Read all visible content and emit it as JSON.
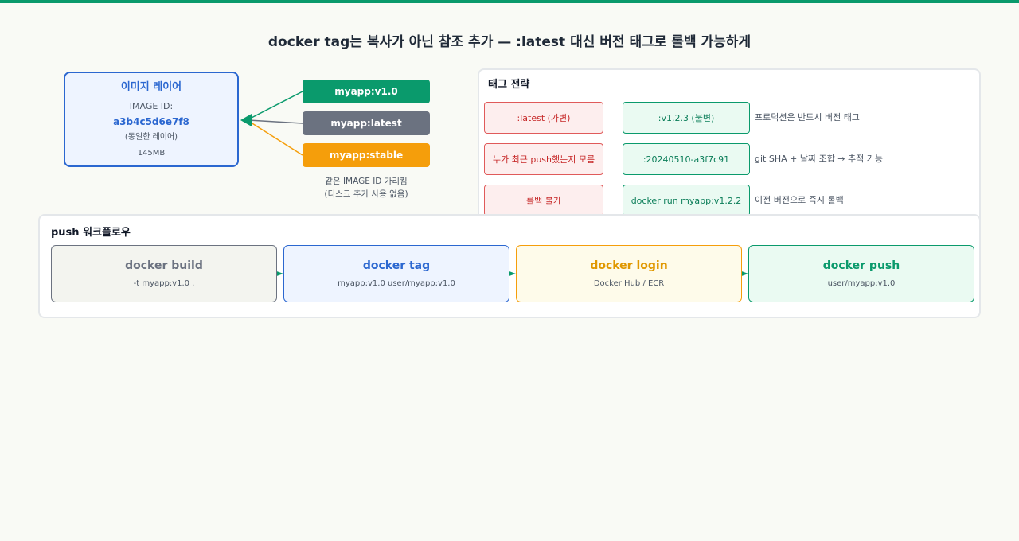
{
  "title": "docker tag는 복사가 아닌 참조 추가 — :latest 대신 버전 태그로 롤백 가능하게",
  "image_layer": {
    "heading": "이미지 레이어",
    "id_label": "IMAGE ID:",
    "id_value": "a3b4c5d6e7f8",
    "note": "(동일한 레이어)",
    "size": "145MB"
  },
  "tags": [
    {
      "label": "myapp:v1.0",
      "color": "#0a9a6c"
    },
    {
      "label": "myapp:latest",
      "color": "#6b7280"
    },
    {
      "label": "myapp:stable",
      "color": "#f59e0b"
    }
  ],
  "tags_note": {
    "line1": "같은 IMAGE ID 가리킴",
    "line2": "(디스크 추가 사용 없음)"
  },
  "strategy": {
    "title": "태그 전략",
    "rows": [
      {
        "bad": ":latest (가변)",
        "good": ":v1.2.3 (불변)",
        "desc": "프로덕션은 반드시 버전 태그"
      },
      {
        "bad": "누가 최근 push했는지 모름",
        "good": ":20240510-a3f7c91",
        "desc": "git SHA + 날짜 조합 → 추적 가능"
      },
      {
        "bad": "롤백 불가",
        "good": "docker run myapp:v1.2.2",
        "desc": "이전 버전으로 즉시 롤백"
      }
    ]
  },
  "workflow": {
    "title": "push 워크플로우",
    "steps": [
      {
        "name": "docker build",
        "detail": "-t myapp:v1.0 ."
      },
      {
        "name": "docker tag",
        "detail": "myapp:v1.0 user/myapp:v1.0"
      },
      {
        "name": "docker login",
        "detail": "Docker Hub / ECR"
      },
      {
        "name": "docker push",
        "detail": "user/myapp:v1.0"
      }
    ]
  },
  "colors": {
    "accent": "#0a9a6c",
    "blue": "#2b67d0",
    "gray": "#6b7280",
    "orange": "#f59e0b",
    "red": "#e05a5a"
  }
}
